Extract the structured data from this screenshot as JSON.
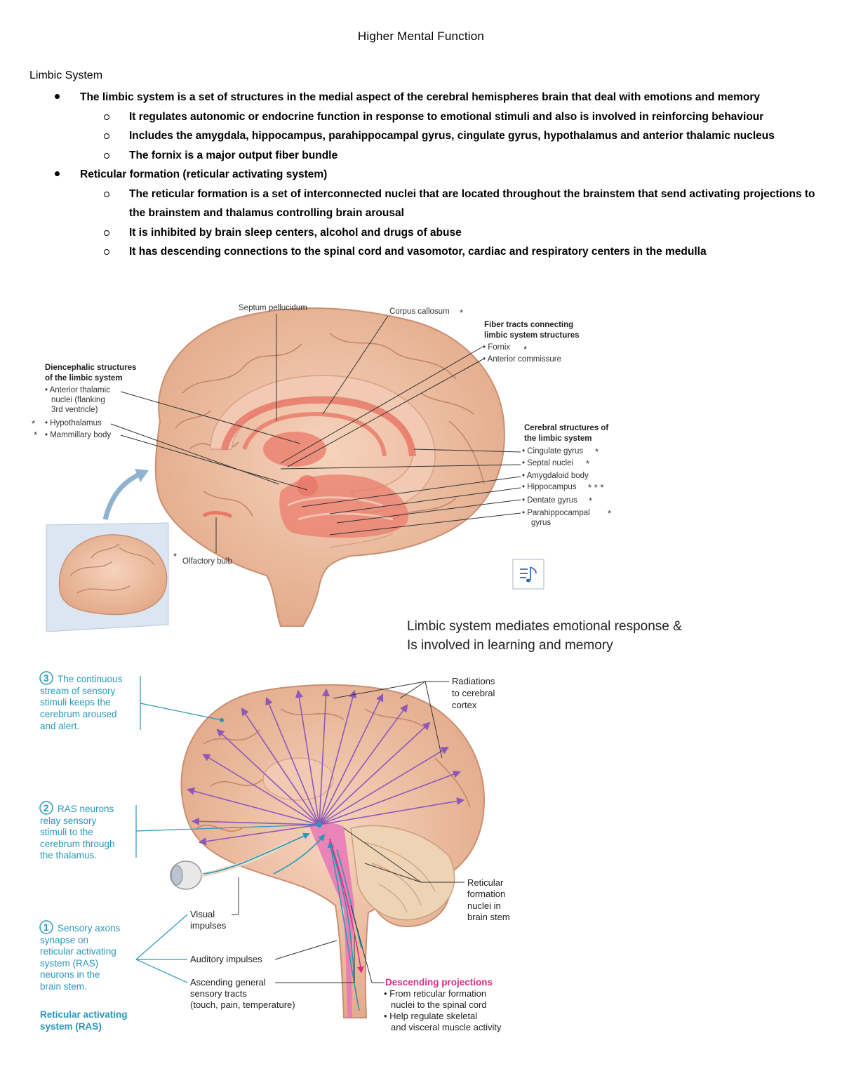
{
  "document": {
    "title": "Higher Mental Function",
    "section": "Limbic System",
    "bullets": [
      {
        "text": "The limbic system is a set of structures in the medial aspect of the cerebral hemispheres brain that deal with emotions and memory",
        "sub": [
          "It regulates autonomic or endocrine function in response to emotional stimuli and also is involved in reinforcing behaviour",
          "Includes the amygdala, hippocampus, parahippocampal gyrus, cingulate gyrus, hypothalamus and anterior thalamic nucleus",
          "The fornix is a major output fiber bundle"
        ]
      },
      {
        "text": "Reticular formation (reticular activating system)",
        "sub": [
          "The reticular formation is a set of interconnected nuclei that are located throughout the brainstem that send activating projections to the brainstem and thalamus controlling brain arousal",
          "It is inhibited by brain sleep centers, alcohol and drugs of abuse",
          "It has descending connections to the spinal cord and vasomotor, cardiac and respiratory centers in the medulla"
        ]
      }
    ]
  },
  "limbic_figure": {
    "septum": "Septum pellucidum",
    "corpus": "Corpus callosum",
    "fiber_head1": "Fiber tracts connecting",
    "fiber_head2": "limbic system structures",
    "fornix": "• Fornix",
    "anterior_commissure": "• Anterior commissure",
    "dien_head1": "Diencephalic structures",
    "dien_head2": "of the limbic system",
    "anterior_thalamic1": "• Anterior thalamic",
    "anterior_thalamic2": "nuclei (flanking",
    "anterior_thalamic3": "3rd ventricle)",
    "hypothalamus": "• Hypothalamus",
    "mammillary": "• Mammillary body",
    "cereb_head1": "Cerebral structures of",
    "cereb_head2": "the limbic system",
    "cingulate": "• Cingulate gyrus",
    "septal": "• Septal nuclei",
    "amygdaloid": "• Amygdaloid body",
    "hippocampus": "• Hippocampus",
    "dentate": "• Dentate gyrus",
    "parahippocampal1": "• Parahippocampal",
    "parahippocampal2": "gyrus",
    "olfactory": "Olfactory bulb",
    "asterisk": "*",
    "asterisk3": "* * *",
    "caption1": "Limbic system mediates emotional response &",
    "caption2": "Is involved in learning and memory"
  },
  "ras_figure": {
    "step3": [
      "The continuous",
      "stream of sensory",
      "stimuli keeps the",
      "cerebrum aroused",
      "and alert."
    ],
    "step2": [
      "RAS neurons",
      "relay sensory",
      "stimuli to the",
      "cerebrum through",
      "the thalamus."
    ],
    "step1": [
      "Sensory axons",
      "synapse on",
      "reticular activating",
      "system (RAS)",
      "neurons in the",
      "brain stem."
    ],
    "num1": "1",
    "num2": "2",
    "num3": "3",
    "ras_title1": "Reticular activating",
    "ras_title2": "system (RAS)",
    "radiations": [
      "Radiations",
      "to cerebral",
      "cortex"
    ],
    "reticular": [
      "Reticular",
      "formation",
      "nuclei in",
      "brain stem"
    ],
    "visual": [
      "Visual",
      "impulses"
    ],
    "auditory": "Auditory impulses",
    "ascending": [
      "Ascending general",
      "sensory tracts",
      "(touch, pain, temperature)"
    ],
    "desc_title": "Descending projections",
    "desc_lines": [
      "• From reticular formation",
      "nuclei to the spinal cord",
      "• Help regulate skeletal",
      "and visceral muscle activity"
    ]
  },
  "colors": {
    "brain": "#f0bfa3",
    "limbic": "#e97868",
    "ras_blue": "#2a97b9",
    "radiation": "#8e58b8",
    "descending": "#d62f86"
  },
  "icons": [
    "music-note-icon"
  ]
}
